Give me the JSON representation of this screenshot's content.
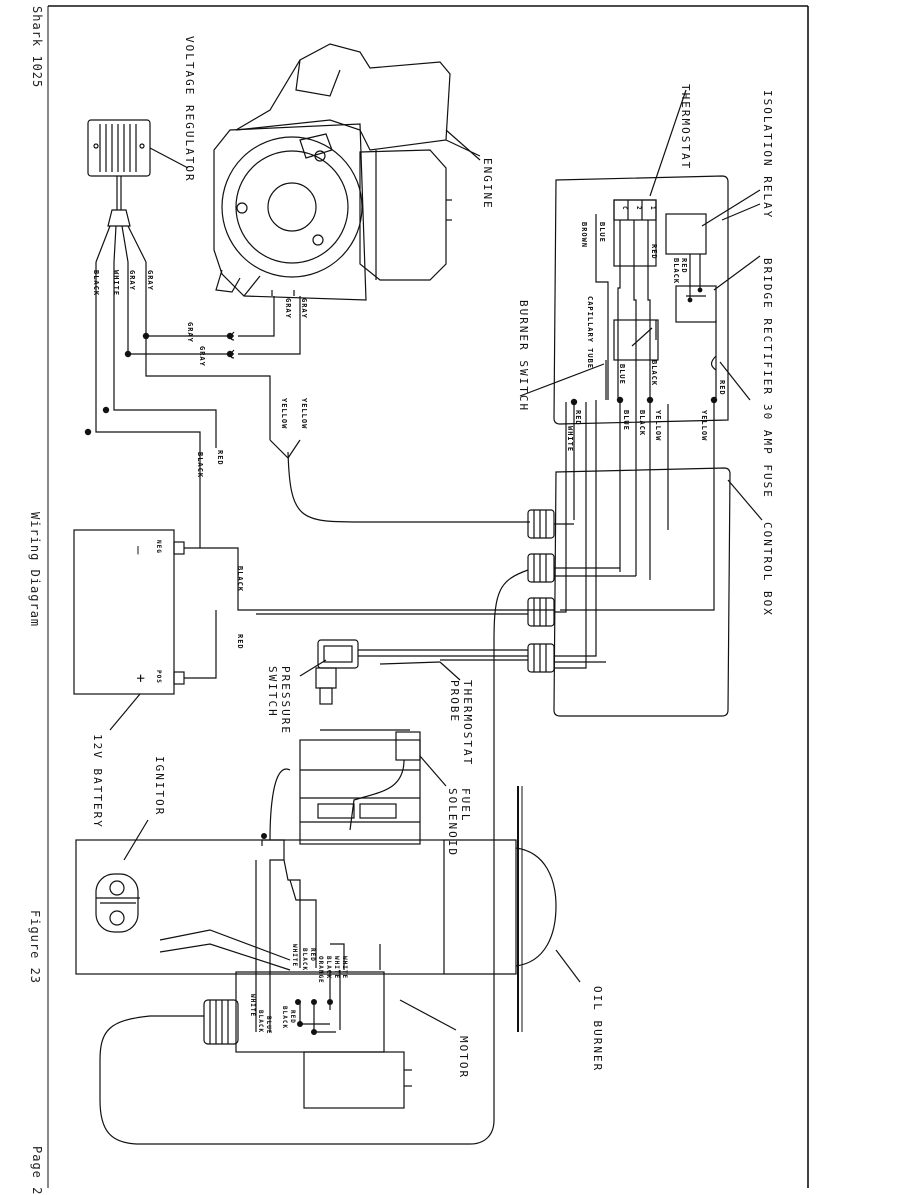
{
  "page": {
    "header_left": "Shark 1025",
    "page_label": "Page 2",
    "caption": "Wiring Diagram",
    "figure": "Figure 23"
  },
  "components": {
    "voltage_regulator": "VOLTAGE REGULATOR",
    "engine": "ENGINE",
    "isolation_relay": "ISOLATION RELAY",
    "thermostat": "THERMOSTAT",
    "bridge_rectifier": "BRIDGE RECTIFIER",
    "burner_switch": "BURNER SWITCH",
    "fuse": "30 AMP FUSE",
    "control_box": "CONTROL BOX",
    "battery": "12V BATTERY",
    "pressure_switch": "PRESSURE SWITCH",
    "thermostat_probe": "THERMOSTAT PROBE",
    "fuel_solenoid": "FUEL SOLENOID",
    "ignitor": "IGNITOR",
    "oil_burner": "OIL BURNER",
    "motor": "MOTOR"
  },
  "battery_terminals": {
    "neg": "NEG",
    "neg_sign": "—",
    "pos": "POS",
    "pos_sign": "+"
  },
  "wire_colors": {
    "gray": "GRAY",
    "white": "WHITE",
    "black": "BLACK",
    "red": "RED",
    "yellow": "YELLOW",
    "blue": "BLUE",
    "brown": "BROWN",
    "orange": "ORANGE",
    "capillary": "CAPILLARY TUBE"
  },
  "thermostat_terminals": [
    "C",
    "2",
    "1"
  ]
}
